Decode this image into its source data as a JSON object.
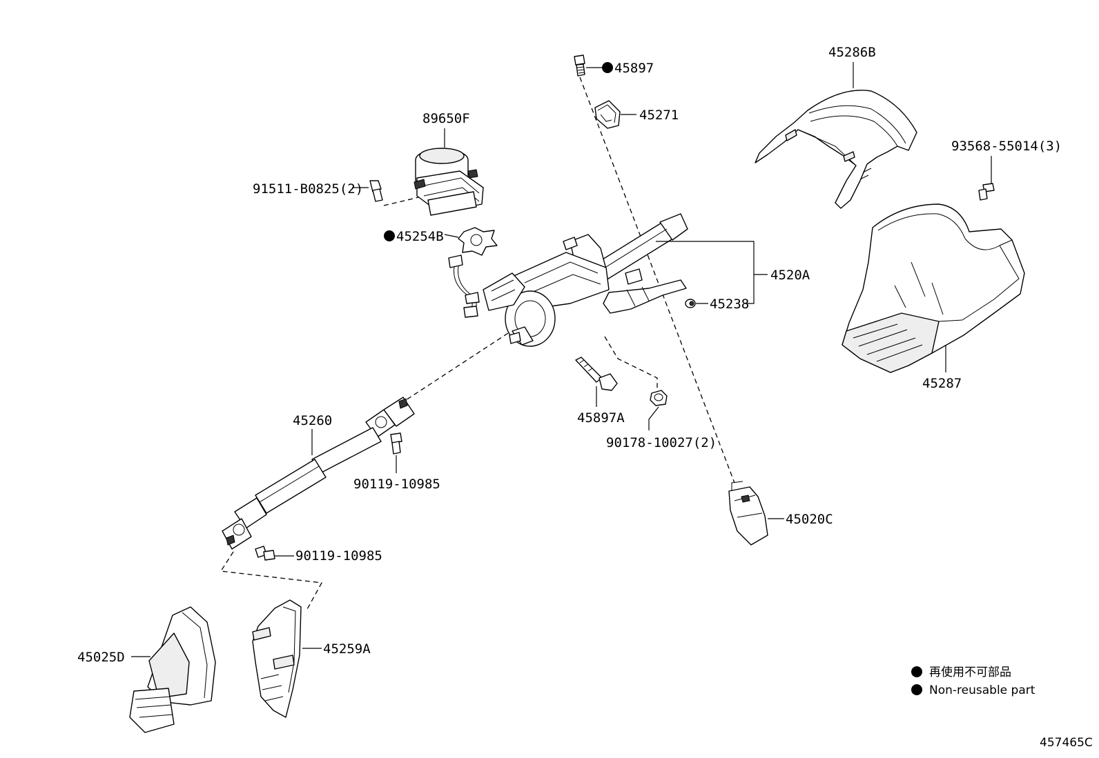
{
  "labels": {
    "p45897": "45897",
    "p45271": "45271",
    "p45286B": "45286B",
    "p89650F": "89650F",
    "p93568": "93568-55014(3)",
    "p91511": "91511-B0825(2)",
    "p45254B": "45254B",
    "p4520A": "4520A",
    "p45238": "45238",
    "p45287": "45287",
    "p45260": "45260",
    "p45897A": "45897A",
    "p90178": "90178-10027(2)",
    "p90119a": "90119-10985",
    "p45020C": "45020C",
    "p90119b": "90119-10985",
    "p45259A": "45259A",
    "p45025D": "45025D"
  },
  "legend": {
    "jp": "再使用不可部品",
    "en": "Non-reusable part"
  },
  "diagram_code": "457465C"
}
